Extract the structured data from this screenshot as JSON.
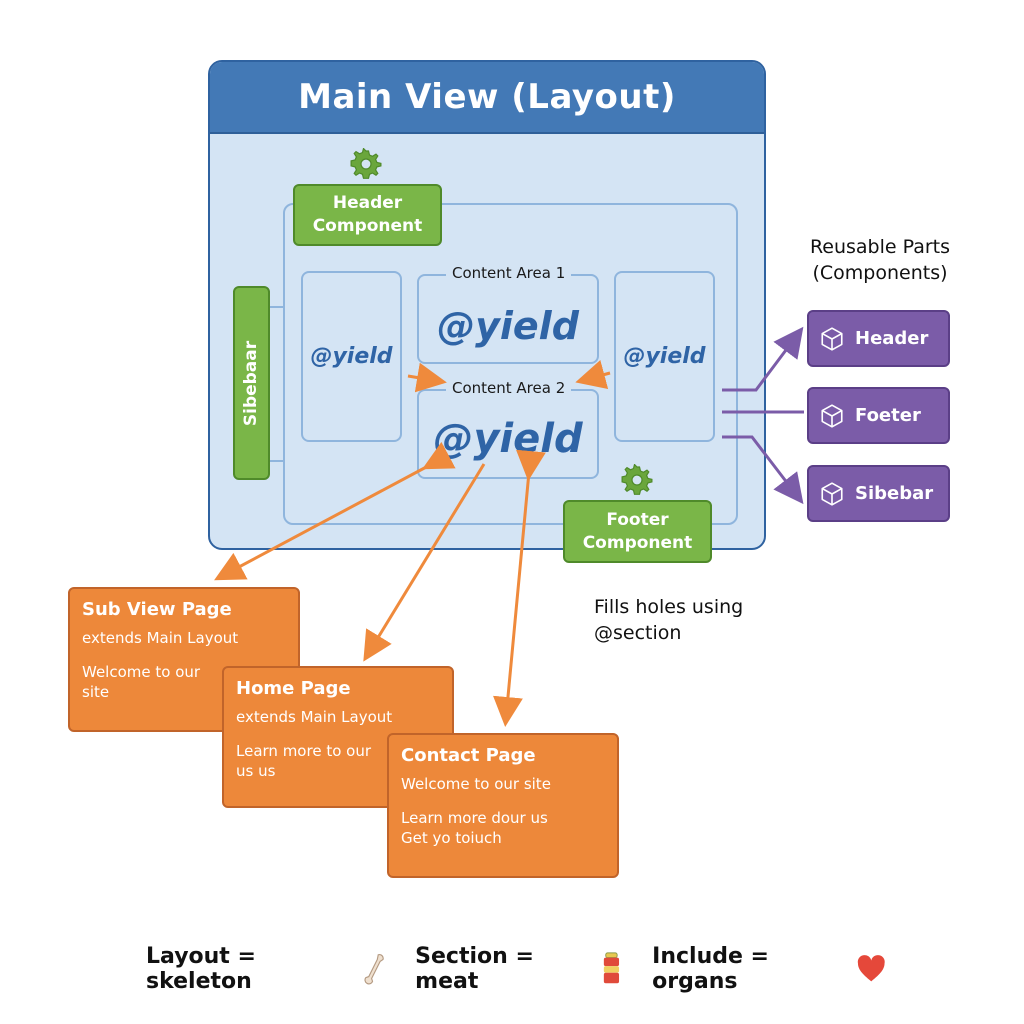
{
  "main_layout": {
    "title": "Main View (Layout)",
    "header_component": [
      "Header",
      "Component"
    ],
    "footer_component": [
      "Footer",
      "Component"
    ],
    "sidebar_label": "Sibebaar",
    "left_slot": "@yield",
    "right_slot": "@yield",
    "content_area_1": {
      "label": "Content Area 1",
      "value": "@yield"
    },
    "content_area_2": {
      "label": "Content Area 2",
      "value": "@yield"
    }
  },
  "reusable_parts": {
    "title": [
      "Reusable Parts",
      "(Components)"
    ],
    "items": [
      {
        "label": "Header",
        "icon": "cube-icon"
      },
      {
        "label": "Foeter",
        "icon": "cube-icon"
      },
      {
        "label": "Sibebar",
        "icon": "cube-icon"
      }
    ]
  },
  "pages": [
    {
      "title": "Sub View Page",
      "lines": [
        "extends Main Layout"
      ],
      "lines2": [
        "Welcome to our",
        "site"
      ]
    },
    {
      "title": "Home Page",
      "lines": [
        "extends Main Layout"
      ],
      "lines2": [
        "Learn more to our",
        "us us"
      ]
    },
    {
      "title": "Contact Page",
      "lines": [
        "Welcome to our site"
      ],
      "lines2": [
        "Learn more dour us",
        "Get yo toiuch"
      ]
    }
  ],
  "note": [
    "Fills holes using",
    "@section"
  ],
  "legend": [
    {
      "text": "Layout = skeleton",
      "icon": "bone-icon"
    },
    {
      "text": "Section = meat",
      "icon": "meat-icon"
    },
    {
      "text": "Include = organs",
      "icon": "heart-icon"
    }
  ],
  "colors": {
    "layout_blue": "#4379b6",
    "component_green": "#7ab648",
    "reusable_purple": "#7b5ca8",
    "page_orange": "#ed883a",
    "arrow_orange": "#ef8a3c"
  }
}
